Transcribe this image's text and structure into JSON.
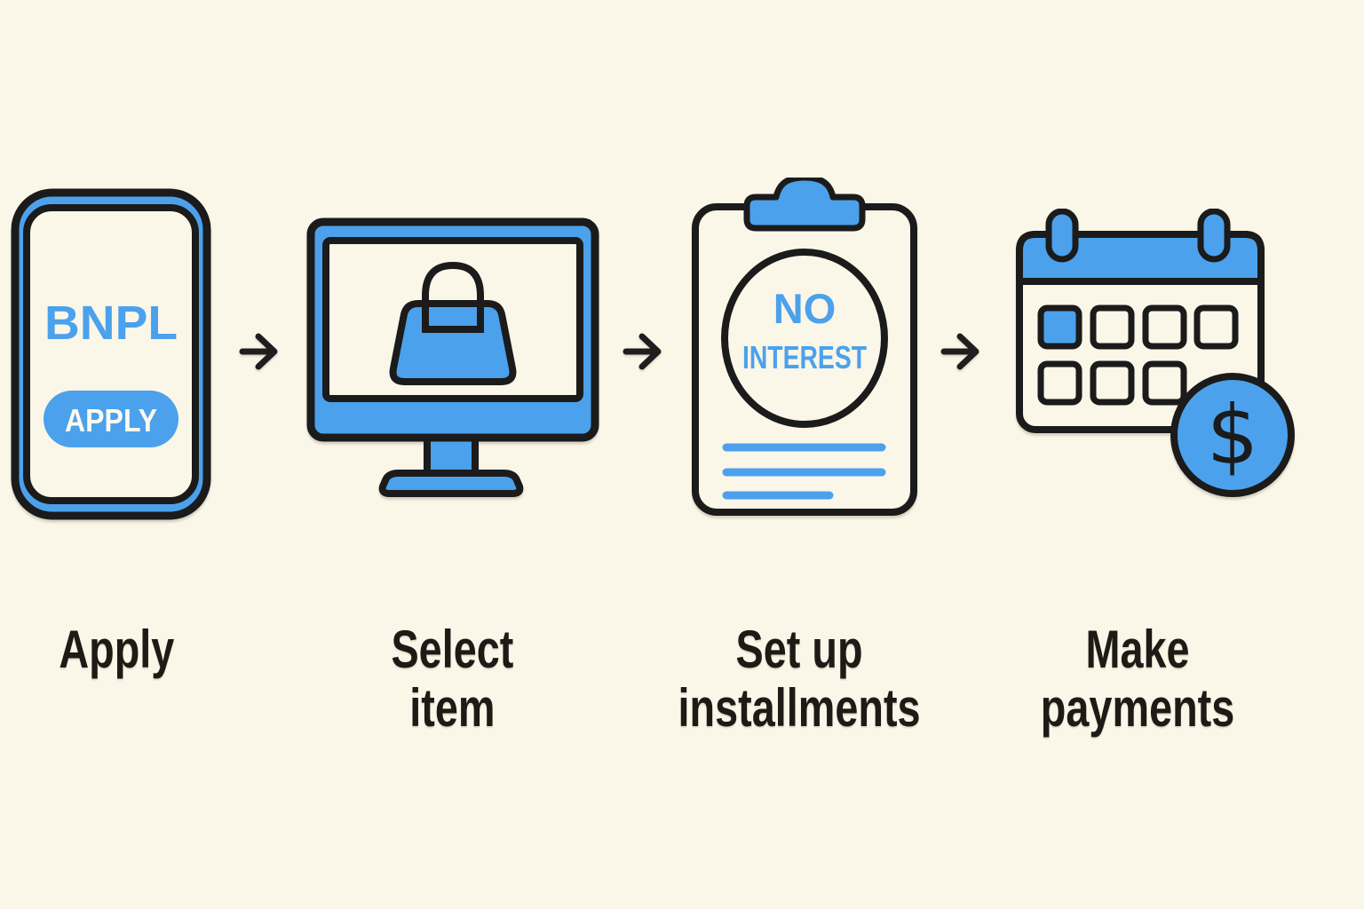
{
  "title": "BNPL process flow infographic",
  "palette": {
    "background": "#FAF6E8",
    "accent_blue": "#4CA1EC",
    "outline_black": "#1B1B1B",
    "label_text": "#1E1A16",
    "button_text": "#FCFAF0"
  },
  "steps": [
    {
      "id": "apply",
      "label": "Apply",
      "icon": "smartphone-bnpl-icon",
      "screen_text": "BNPL",
      "button_label": "APPLY"
    },
    {
      "id": "select-item",
      "label": "Select\nitem",
      "icon": "monitor-shopping-bag-icon"
    },
    {
      "id": "set-up-installments",
      "label": "Set up\ninstallments",
      "icon": "clipboard-no-interest-icon",
      "circle_text_line1": "NO",
      "circle_text_line2": "INTEREST"
    },
    {
      "id": "make-payments",
      "label": "Make\npayments",
      "icon": "calendar-dollar-icon",
      "currency_symbol": "$"
    }
  ],
  "connectors": [
    {
      "icon": "arrow-right-icon"
    },
    {
      "icon": "arrow-right-icon"
    },
    {
      "icon": "arrow-right-icon"
    }
  ]
}
